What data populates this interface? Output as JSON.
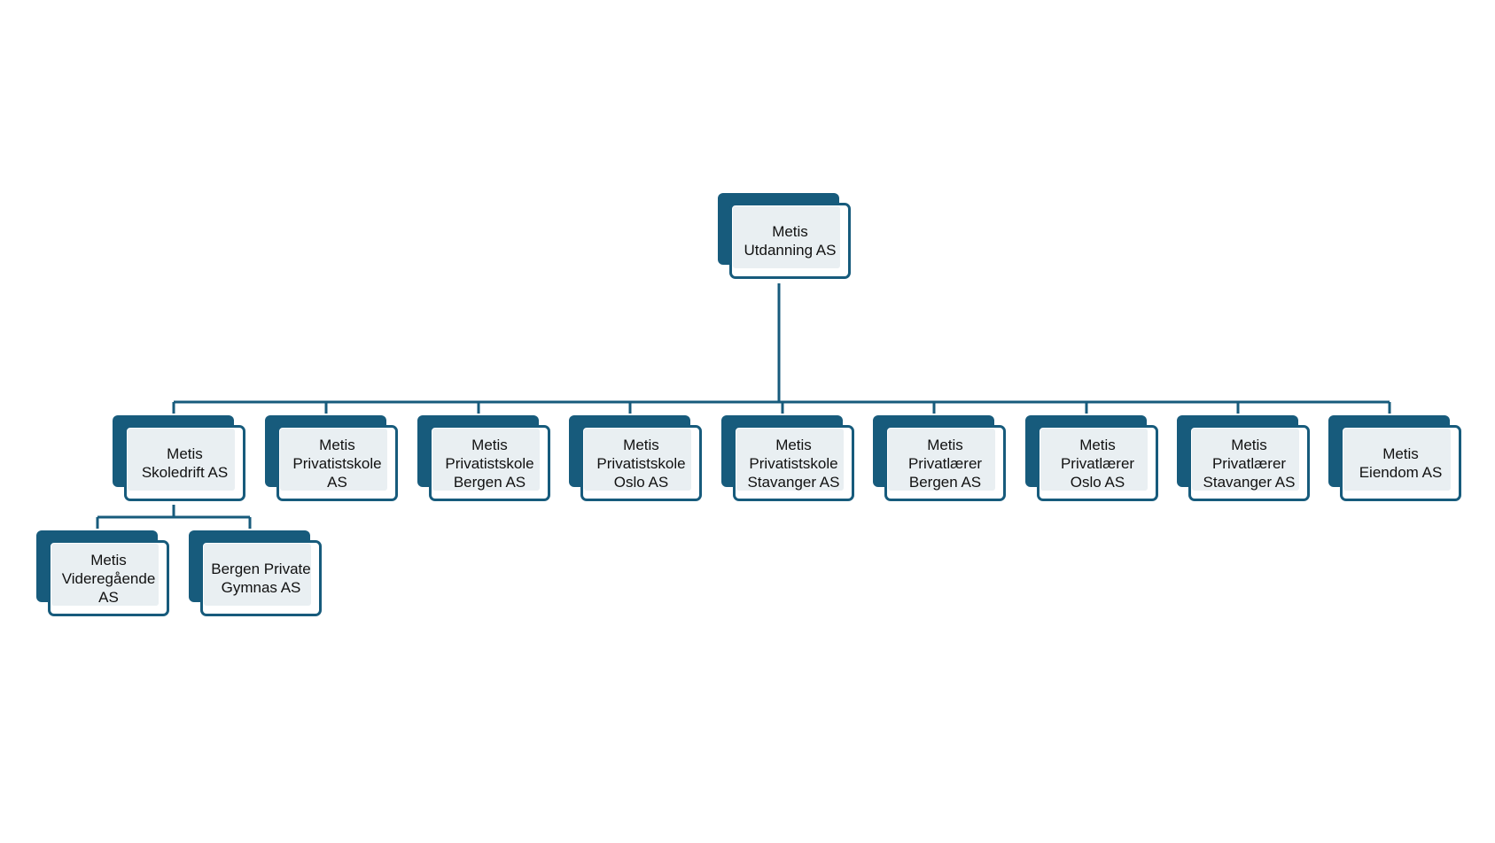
{
  "colors": {
    "primary": "#175b7c",
    "card_fill": "#e9eff2",
    "background": "#ffffff"
  },
  "org": {
    "root": {
      "label": "Metis\nUtdanning AS"
    },
    "children": [
      {
        "label": "Metis\nSkoledrift AS",
        "children": [
          {
            "label": "Metis\nVideregående\nAS"
          },
          {
            "label": "Bergen Private\nGymnas AS"
          }
        ]
      },
      {
        "label": "Metis\nPrivatistskole\nAS"
      },
      {
        "label": "Metis\nPrivatistskole\nBergen AS"
      },
      {
        "label": "Metis\nPrivatistskole\nOslo AS"
      },
      {
        "label": "Metis\nPrivatistskole\nStavanger AS"
      },
      {
        "label": "Metis\nPrivatlærer\nBergen AS"
      },
      {
        "label": "Metis\nPrivatlærer\nOslo AS"
      },
      {
        "label": "Metis\nPrivatlærer\nStavanger AS"
      },
      {
        "label": "Metis\nEiendom AS"
      }
    ]
  }
}
